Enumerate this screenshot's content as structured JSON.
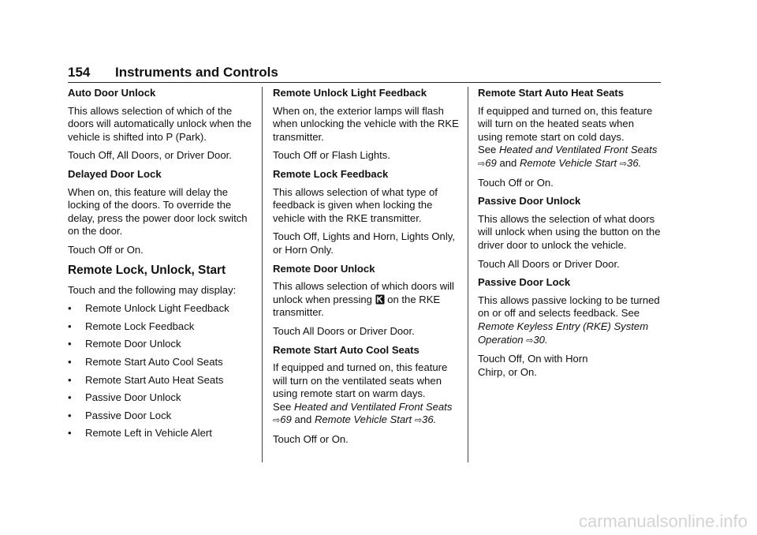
{
  "header": {
    "page_number": "154",
    "title": "Instruments and Controls"
  },
  "col1": {
    "auto_unlock": {
      "heading": "Auto Door Unlock",
      "body": "This allows selection of which of the doors will automatically unlock when the vehicle is shifted into P (Park).",
      "options": "Touch Off, All Doors, or Driver Door."
    },
    "delayed_lock": {
      "heading": "Delayed Door Lock",
      "body": "When on, this feature will delay the locking of the doors. To override the delay, press the power door lock switch on the door.",
      "options": "Touch Off or On."
    },
    "section_title": "Remote Lock, Unlock, Start",
    "intro": "Touch and the following may display:",
    "bullet_char": "•",
    "list": [
      "Remote Unlock Light Feedback",
      "Remote Lock Feedback",
      "Remote Door Unlock",
      "Remote Start Auto Cool Seats",
      "Remote Start Auto Heat Seats",
      "Passive Door Unlock",
      "Passive Door Lock",
      "Remote Left in Vehicle Alert"
    ]
  },
  "col2": {
    "unlock_light": {
      "heading": "Remote Unlock Light Feedback",
      "body": "When on, the exterior lamps will flash when unlocking the vehicle with the RKE transmitter.",
      "options": "Touch Off or Flash Lights."
    },
    "lock_feedback": {
      "heading": "Remote Lock Feedback",
      "body": "This allows selection of what type of feedback is given when locking the vehicle with the RKE transmitter.",
      "options": "Touch Off, Lights and Horn, Lights Only, or Horn Only."
    },
    "door_unlock": {
      "heading": "Remote Door Unlock",
      "body_before": "This allows selection of which doors will unlock when pressing",
      "body_after": "on the RKE transmitter.",
      "options": "Touch All Doors or Driver Door."
    },
    "cool_seats": {
      "heading": "Remote Start Auto Cool Seats",
      "body": "If equipped and turned on, this feature will turn on the ventilated seats when using remote start on warm days.",
      "see": "See",
      "ref1": "Heated and Ventilated Front Seats",
      "page1": "69",
      "and": "and",
      "ref2": "Remote Vehicle Start",
      "page2": "36",
      "options": "Touch Off or On."
    }
  },
  "col3": {
    "heat_seats": {
      "heading": "Remote Start Auto Heat Seats",
      "body": "If equipped and turned on, this feature will turn on the heated seats when using remote start on cold days.",
      "see": "See",
      "ref1": "Heated and Ventilated Front Seats",
      "page1": "69",
      "and": "and",
      "ref2": "Remote Vehicle Start",
      "page2": "36",
      "options": "Touch Off or On."
    },
    "passive_unlock": {
      "heading": "Passive Door Unlock",
      "body": "This allows the selection of what doors will unlock when using the button on the driver door to unlock the vehicle.",
      "options": "Touch All Doors or Driver Door."
    },
    "passive_lock": {
      "heading": "Passive Door Lock",
      "body": "This allows passive locking to be turned on or off and selects feedback. See",
      "ref": "Remote Keyless Entry (RKE) System Operation",
      "page": "30",
      "options": "Touch Off, On with Horn Chirp, or On."
    }
  },
  "ref_arrow": "⇨",
  "watermark": "carmanualsonline.info"
}
